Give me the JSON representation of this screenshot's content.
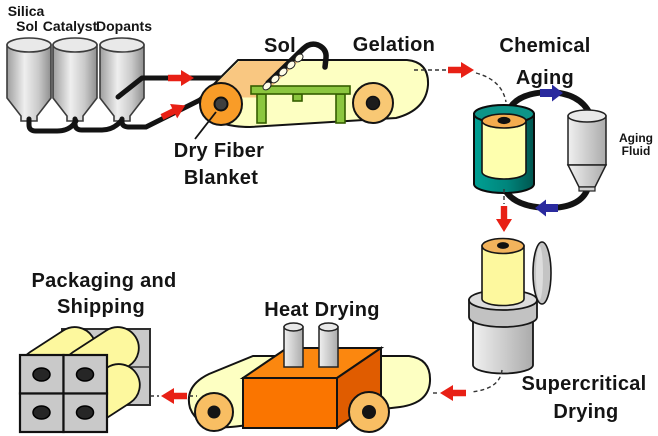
{
  "figure": {
    "type": "aerogel-blanket-manufacturing-process-flow",
    "background": "#ffffff",
    "labels": {
      "silica_sol_line1": "Silica",
      "silica_sol_line2": "Sol",
      "catalyst": "Catalyst",
      "dopants": "Dopants",
      "sol": "Sol",
      "gelation": "Gelation",
      "dry_fiber_line1": "Dry Fiber",
      "dry_fiber_line2": "Blanket",
      "chemical_aging_line1": "Chemical",
      "chemical_aging_line2": "Aging",
      "aging_fluid_line1": "Aging",
      "aging_fluid_line2": "Fluid",
      "supercritical_line1": "Supercritical",
      "supercritical_line2": "Drying",
      "heat_drying": "Heat Drying",
      "packaging_line1": "Packaging and",
      "packaging_line2": "Shipping"
    },
    "flow_sequence": [
      "Silica Sol + Catalyst + Dopants",
      "Sol applied to Dry Fiber Blanket",
      "Gelation",
      "Chemical Aging (circulating Aging Fluid)",
      "Supercritical Drying",
      "Heat Drying",
      "Packaging and Shipping"
    ],
    "colors": {
      "arrow_red": "#e82015",
      "arrow_blue": "#2a2a9e",
      "pipe_black": "#131313",
      "belt_yellow": "#fdffc2",
      "roll_pale_yellow": "#fdf89e",
      "blanket_peach": "#f9c781",
      "roll_orange": "#f99c28",
      "roller_tan": "#f8c874",
      "table_green": "#8cc63f",
      "vessel_teal": "#00857c",
      "oven_orange": "#fa7500",
      "oven_orange_dark": "#e05c00",
      "metal_gray": "#c9c9c9",
      "background": "#ffffff"
    }
  }
}
